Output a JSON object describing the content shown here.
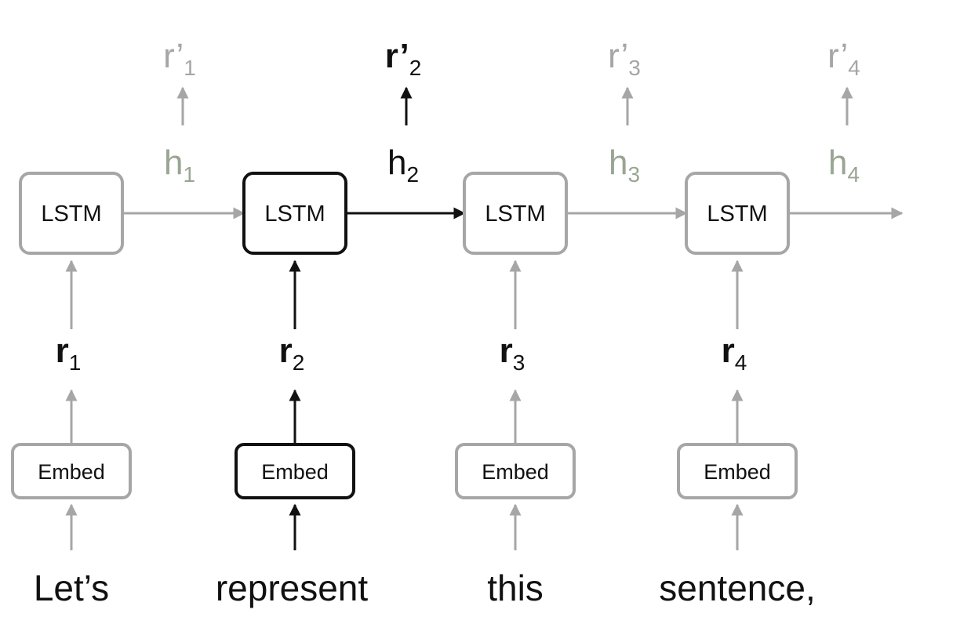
{
  "colors": {
    "active": "#111111",
    "inactive": "#a6a6a6",
    "faded_text": "#9aa594",
    "background": "#ffffff"
  },
  "columns": [
    {
      "active": false,
      "word": "Let’s",
      "embed_label": "Embed",
      "lstm_label": "LSTM",
      "r": {
        "base": "r",
        "sub": "1"
      },
      "h": {
        "base": "h",
        "sub": "1"
      },
      "r_prime": {
        "base": "r’",
        "sub": "1"
      }
    },
    {
      "active": true,
      "word": "represent",
      "embed_label": "Embed",
      "lstm_label": "LSTM",
      "r": {
        "base": "r",
        "sub": "2"
      },
      "h": {
        "base": "h",
        "sub": "2"
      },
      "r_prime": {
        "base": "r’",
        "sub": "2"
      }
    },
    {
      "active": false,
      "word": "this",
      "embed_label": "Embed",
      "lstm_label": "LSTM",
      "r": {
        "base": "r",
        "sub": "3"
      },
      "h": {
        "base": "h",
        "sub": "3"
      },
      "r_prime": {
        "base": "r’",
        "sub": "3"
      }
    },
    {
      "active": false,
      "word": "sentence,",
      "embed_label": "Embed",
      "lstm_label": "LSTM",
      "r": {
        "base": "r",
        "sub": "4"
      },
      "h": {
        "base": "h",
        "sub": "4"
      },
      "r_prime": {
        "base": "r’",
        "sub": "4"
      }
    }
  ],
  "recurrent_links": [
    {
      "from": 1,
      "to": 2,
      "active": false
    },
    {
      "from": 2,
      "to": 3,
      "active": true
    },
    {
      "from": 3,
      "to": 4,
      "active": false
    },
    {
      "from": 4,
      "to": null,
      "active": false
    }
  ]
}
